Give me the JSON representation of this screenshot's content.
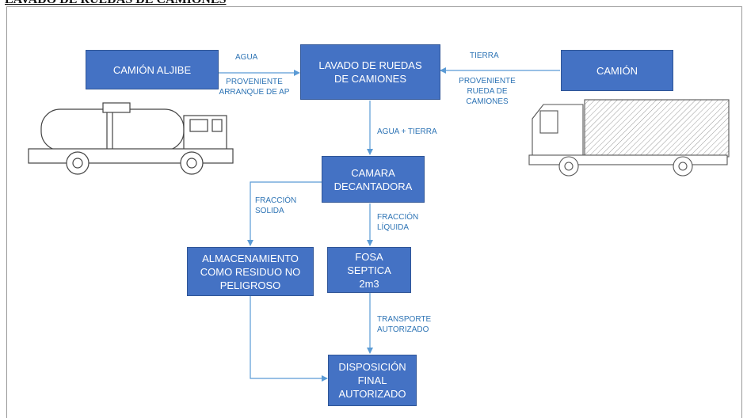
{
  "heading": "LAVADO DE RUEDAS DE CAMIONES",
  "colors": {
    "box_fill": "#4472c4",
    "box_border": "#2f5597",
    "label_text": "#2e74b5",
    "arrow": "#5b9bd5"
  },
  "nodes": {
    "camion_aljibe": "CAMIÓN ALJIBE",
    "lavado": "LAVADO DE RUEDAS\nDE CAMIONES",
    "camion": "CAMIÓN",
    "camara": "CAMARA\nDECANTADORA",
    "almacenamiento": "ALMACENAMIENTO\nCOMO RESIDUO NO\nPELIGROSO",
    "fosa": "FOSA\nSEPTICA\n2m3",
    "disposicion": "DISPOSICIÓN\nFINAL\nAUTORIZADO"
  },
  "edge_labels": {
    "agua": "AGUA",
    "agua_source": "PROVENIENTE\nARRANQUE DE AP",
    "tierra": "TIERRA",
    "tierra_source": "PROVENIENTE\nRUEDA DE\nCAMIONES",
    "agua_tierra": "AGUA + TIERRA",
    "fraccion_solida": "FRACCIÓN\nSOLIDA",
    "fraccion_liquida": "FRACCIÓN\nLÍQUIDA",
    "transporte": "TRANSPORTE\nAUTORIZADO"
  },
  "illustrations": [
    "water-tanker-truck-icon",
    "cargo-truck-icon"
  ]
}
